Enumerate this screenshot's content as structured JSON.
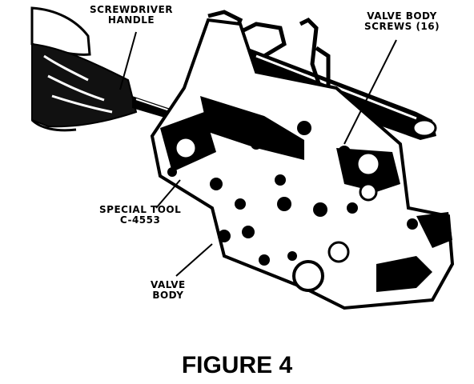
{
  "callouts": {
    "screwdriver_handle": [
      "SCREWDRIVER",
      "HANDLE"
    ],
    "valve_body_screws": [
      "VALVE BODY",
      "SCREWS (16)"
    ],
    "special_tool": [
      "SPECIAL TOOL",
      "C-4553"
    ],
    "valve_body": [
      "VALVE",
      "BODY"
    ]
  },
  "caption": "FIGURE 4",
  "colors": {
    "ink": "#000000",
    "paper": "#ffffff"
  }
}
